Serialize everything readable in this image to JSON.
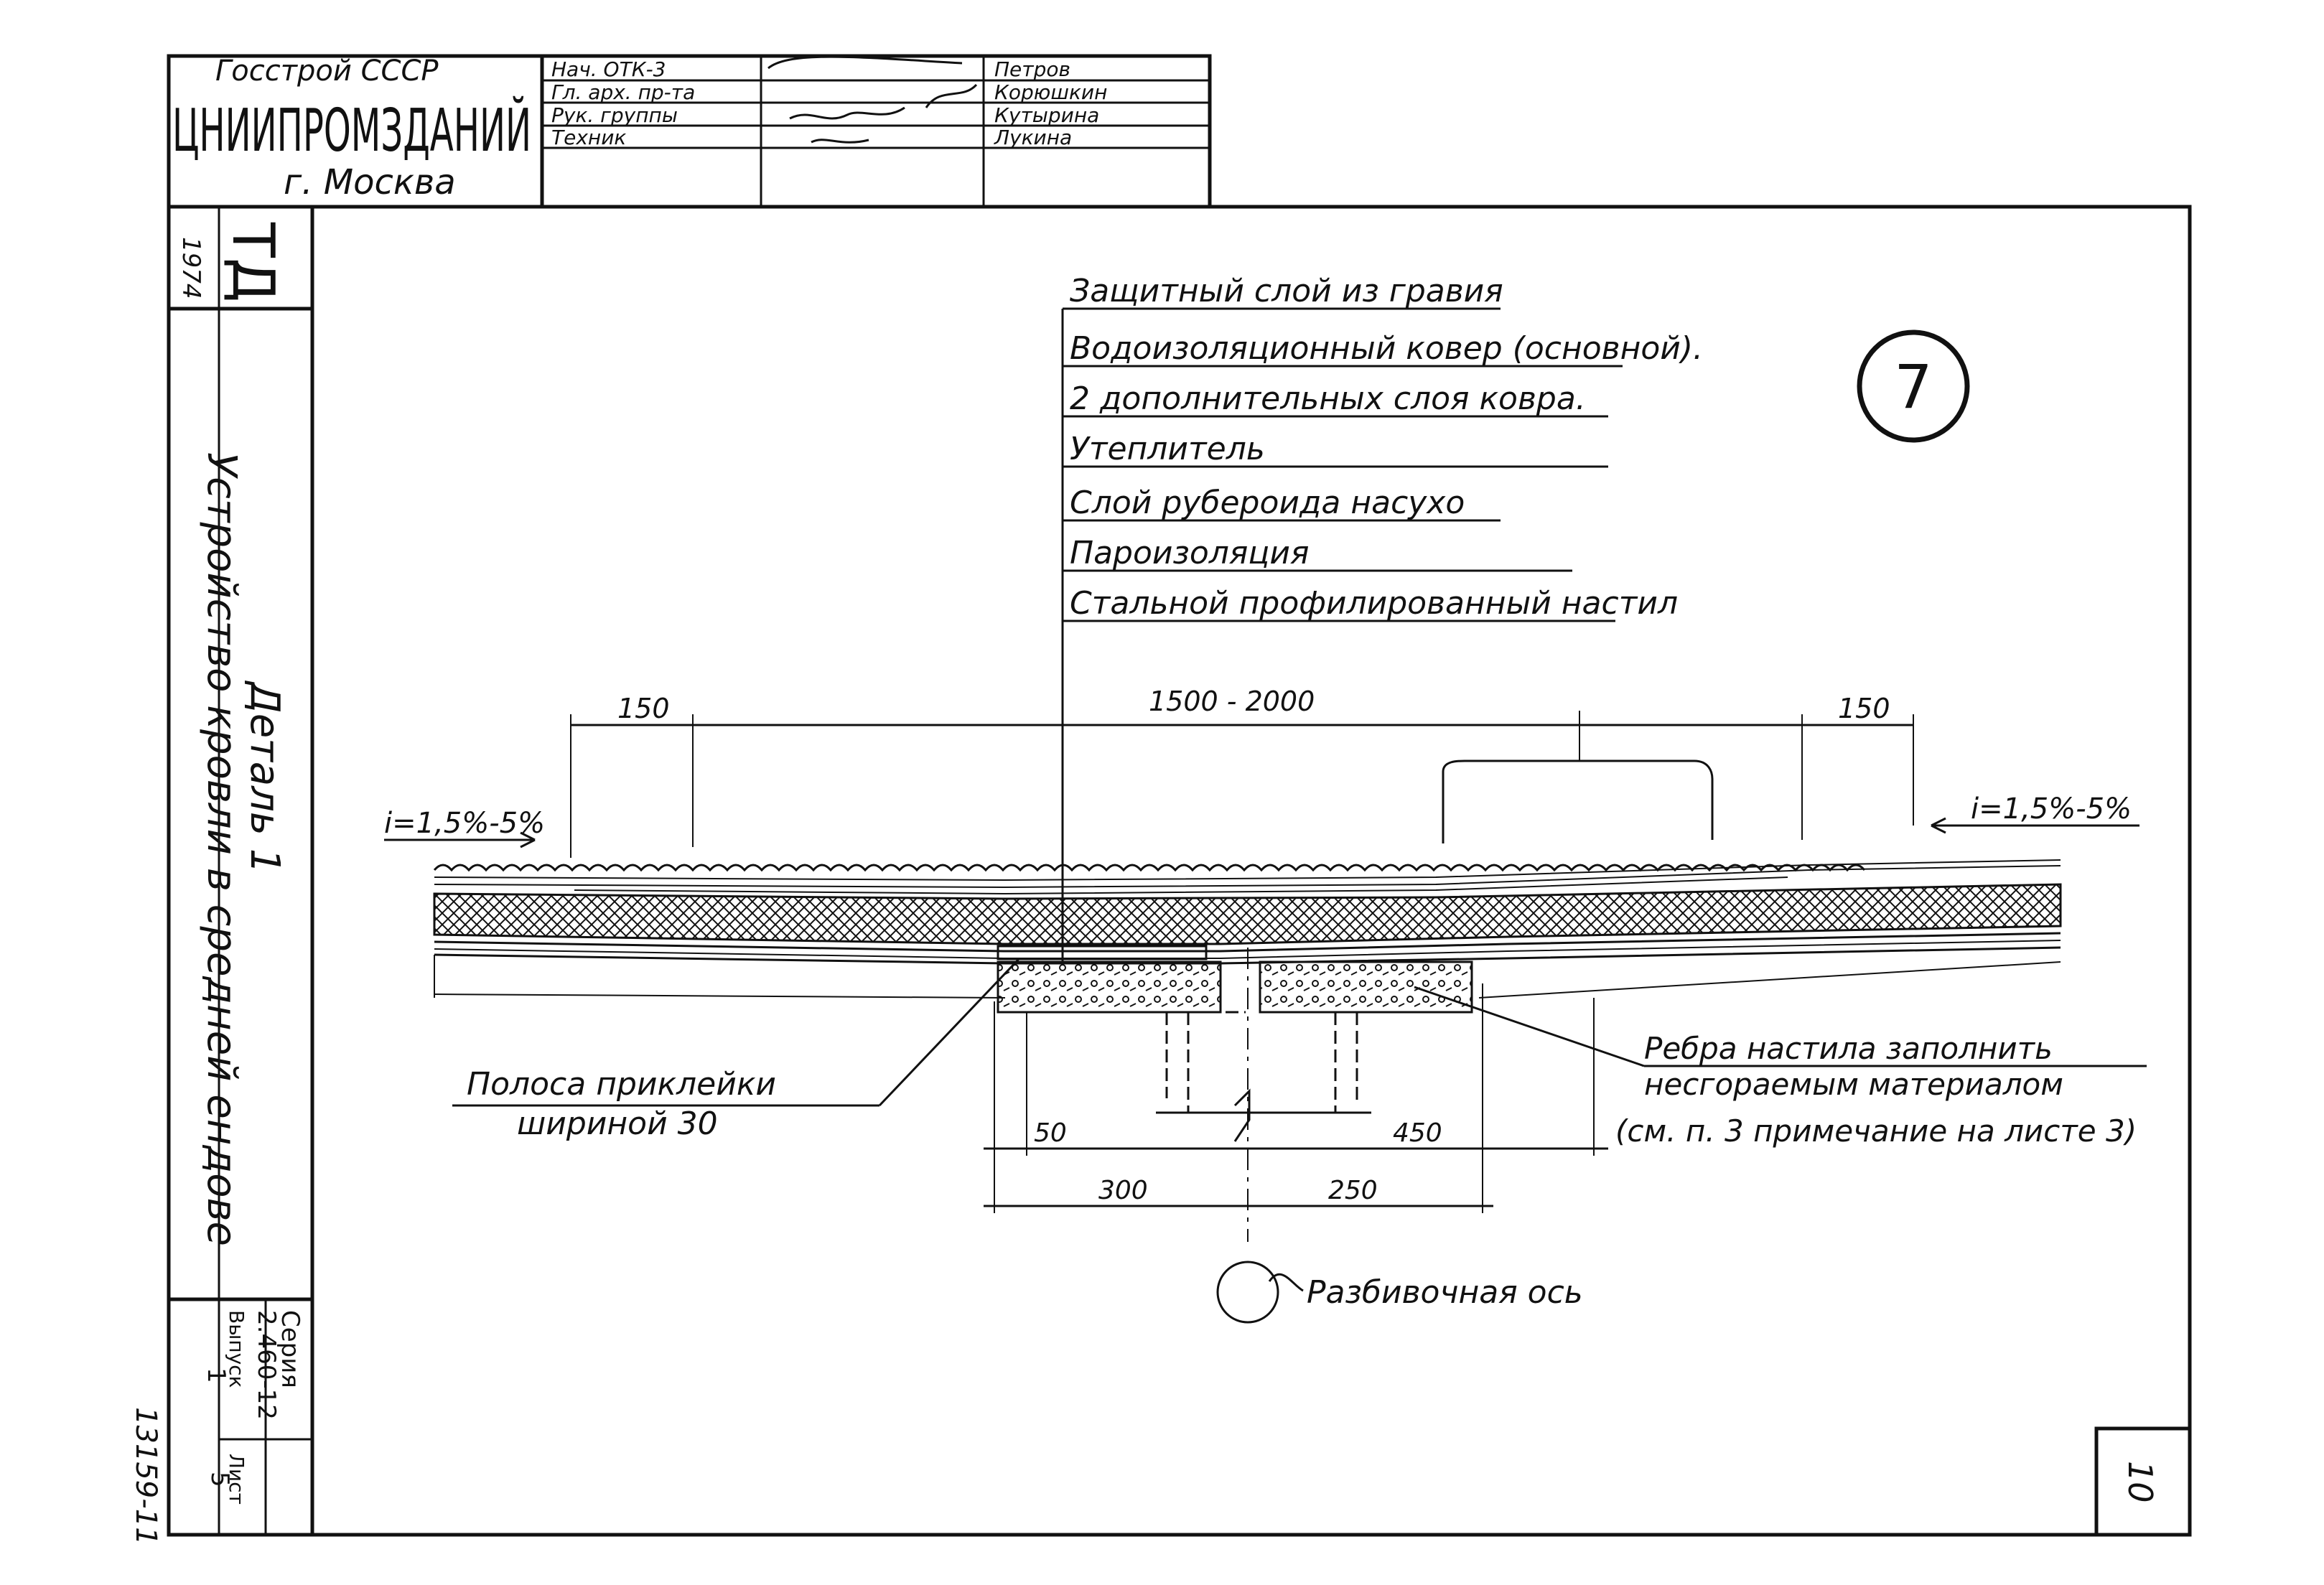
{
  "title_block": {
    "org": "Госстрой СССР",
    "institute": "ЦНИИПРОМЗДАНИЙ",
    "city": "г. Москва",
    "rows": [
      {
        "role": "Нач. ОТК-3",
        "name": "Петров"
      },
      {
        "role": "Гл. арх. пр-та",
        "name": "Корюшкин"
      },
      {
        "role": "Рук. группы",
        "name": "Кутырина"
      },
      {
        "role": "Техник",
        "name": "Лукина"
      }
    ]
  },
  "side_strip": {
    "year": "1974",
    "td_mark": "ТД",
    "detail_title": "Деталь 1",
    "detail_subtitle": "Устройство кровли в средней ендове",
    "series_label": "Серия",
    "series_value": "2.460-12",
    "issue_label": "Выпуск",
    "issue_value": "1",
    "sheet_label": "Лист",
    "sheet_value": "5",
    "stamp": "13159-11"
  },
  "drawing": {
    "detail_number": "7",
    "layers": [
      "Защитный слой из гравия",
      "Водоизоляционный ковер (основной).",
      "2 дополнительных слоя ковра.",
      "Утеплитель",
      "Слой рубероида насухо",
      "Пароизоляция",
      "Стальной профилированный настил"
    ],
    "dimensions": {
      "left_overlap": "150",
      "span": "1500 - 2000",
      "right_overlap": "150",
      "bottom_left_small": "50",
      "bottom_right_small": "450",
      "bottom_left": "300",
      "bottom_right": "250"
    },
    "slope_left": "i=1,5%-5%",
    "slope_right": "i=1,5%-5%",
    "callouts": {
      "strip": "Полоса приклейки",
      "strip_width": "шириной 30",
      "ribs": "Ребра настила заполнить",
      "ribs2": "несгораемым материалом",
      "ribs3": "(см. п. 3 примечание на листе 3)",
      "axis": "Разбивочная ось"
    },
    "page_number": "10"
  }
}
